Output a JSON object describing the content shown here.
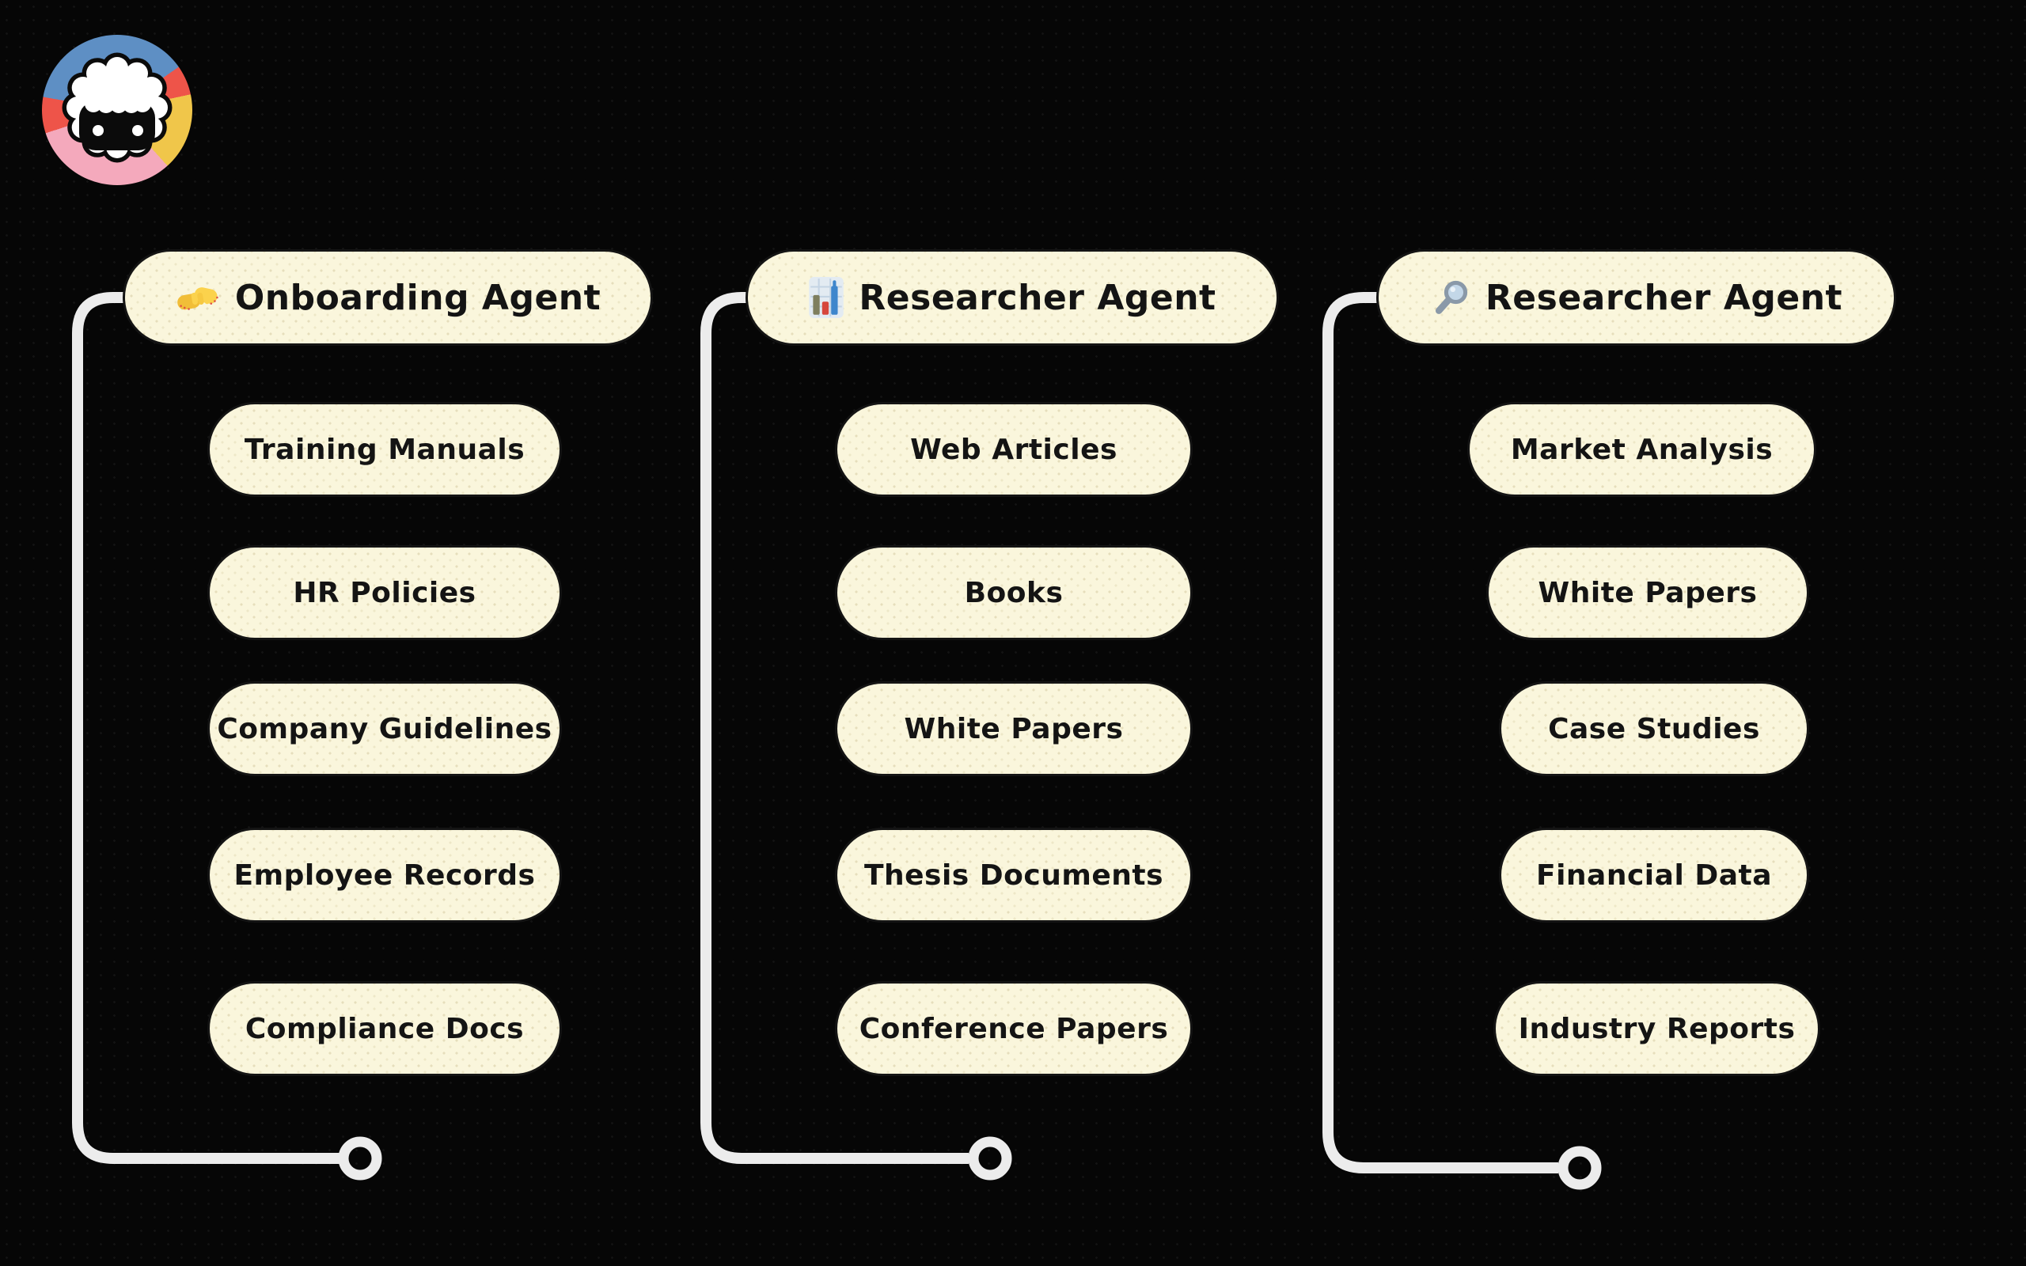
{
  "colors": {
    "canvas_bg": "#060606",
    "node_fill": "#FAF6DC",
    "node_border": "#141414",
    "node_text": "#141414",
    "connector": "#ECECEC",
    "logo_blue": "#5E8FC4",
    "logo_red": "#EE5449",
    "logo_yellow": "#F0C64A",
    "logo_pink": "#F4A9BC"
  },
  "logo": {
    "name": "sheep-logo"
  },
  "columns": [
    {
      "header": {
        "icon": "handshake-icon",
        "label": "Onboarding Agent"
      },
      "items": [
        "Training Manuals",
        "HR Policies",
        "Company Guidelines",
        "Employee Records",
        "Compliance Docs"
      ]
    },
    {
      "header": {
        "icon": "bar-chart-icon",
        "label": "Researcher Agent"
      },
      "items": [
        "Web Articles",
        "Books",
        "White Papers",
        "Thesis Documents",
        "Conference Papers"
      ]
    },
    {
      "header": {
        "icon": "magnifier-icon",
        "label": "Researcher Agent"
      },
      "items": [
        "Market Analysis",
        "White Papers",
        "Case Studies",
        "Financial Data",
        "Industry Reports"
      ]
    }
  ]
}
